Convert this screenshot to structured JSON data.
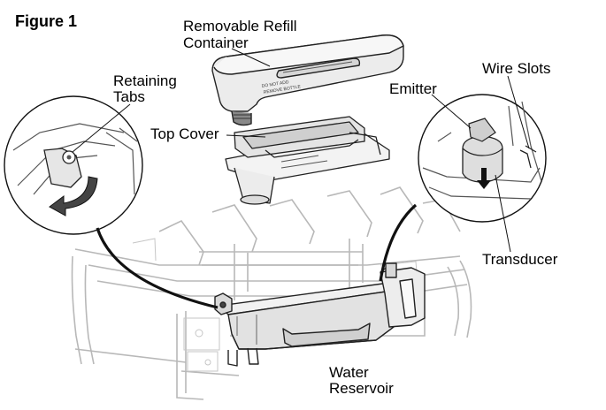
{
  "figure_title": "Figure 1",
  "labels": {
    "removable_refill": [
      "Removable Refill",
      "Container"
    ],
    "retaining_tabs": [
      "Retaining",
      "Tabs"
    ],
    "top_cover": "Top Cover",
    "emitter": "Emitter",
    "wire_slots": "Wire Slots",
    "transducer": "Transducer",
    "water_reservoir": [
      "Water",
      "Reservoir"
    ]
  },
  "container_text": [
    "DO NOT ADD",
    "REMOVE BOTTLE"
  ]
}
